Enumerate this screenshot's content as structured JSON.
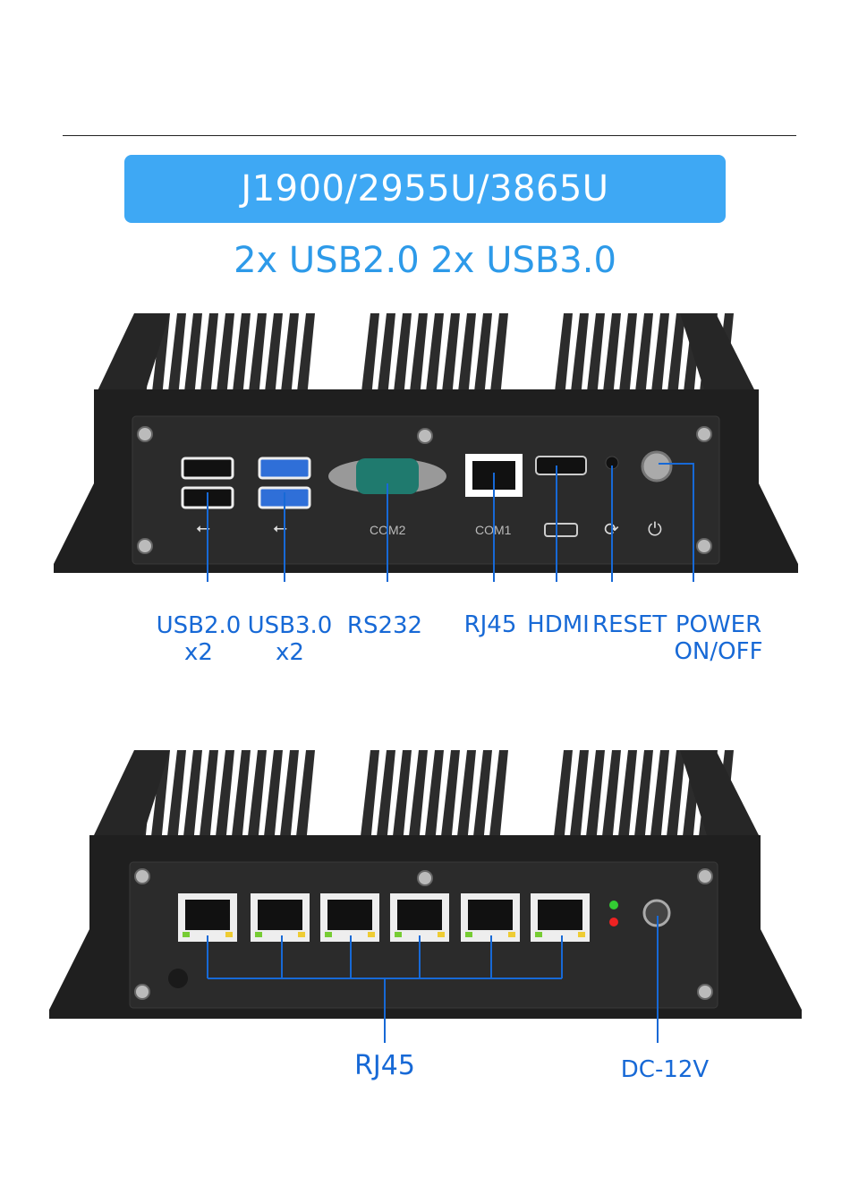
{
  "header": {
    "model_banner": "J1900/2955U/3865U",
    "subtitle": "2x USB2.0 2x USB3.0"
  },
  "front_panel": {
    "silkscreen": {
      "com2": "COM2",
      "com1": "COM1"
    },
    "callouts": [
      {
        "line1": "USB2.0",
        "line2": "x2"
      },
      {
        "line1": "USB3.0",
        "line2": "x2"
      },
      {
        "line1": "RS232",
        "line2": ""
      },
      {
        "line1": "RJ45",
        "line2": ""
      },
      {
        "line1": "HDMI",
        "line2": ""
      },
      {
        "line1": "RESET",
        "line2": ""
      },
      {
        "line1": "POWER",
        "line2": "ON/OFF"
      }
    ]
  },
  "rear_panel": {
    "callouts": [
      {
        "line1": "RJ45"
      },
      {
        "line1": "DC-12V"
      }
    ]
  },
  "colors": {
    "banner": "#3ea8f4",
    "subtitle": "#2d9ae9",
    "callout": "#1769d6",
    "device": "#2a2a2a"
  }
}
